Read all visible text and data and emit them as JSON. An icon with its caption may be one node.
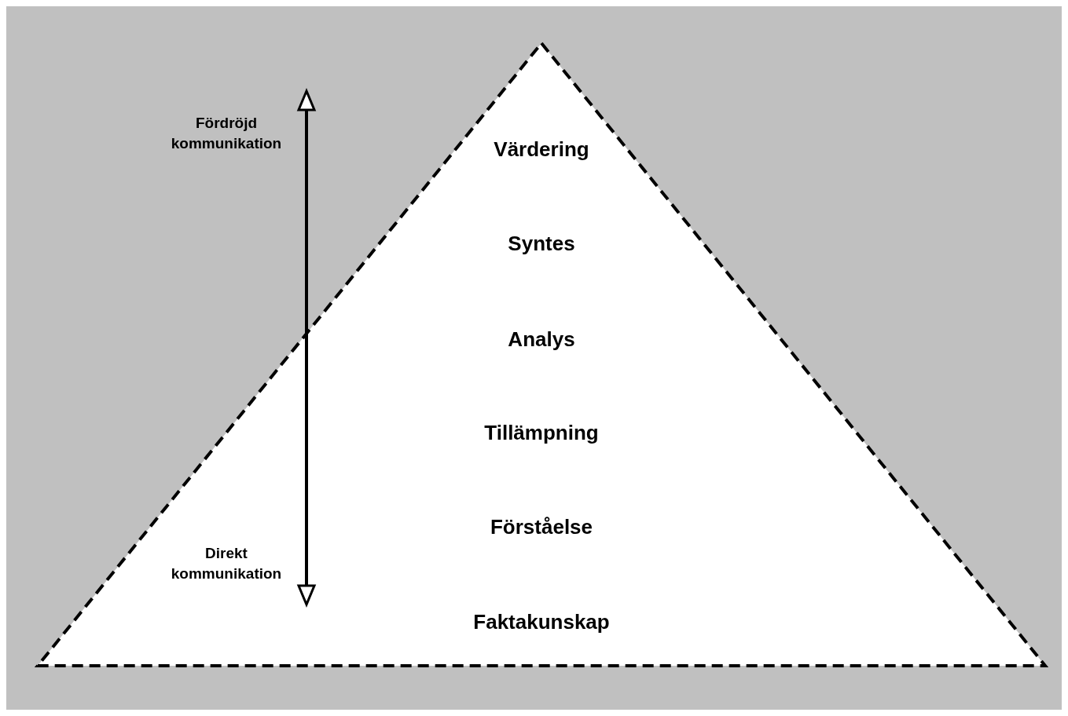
{
  "diagram": {
    "nodes": [
      {
        "text": [
          "Värdering",
          "Syntes",
          "Analys",
          "Tillämpning",
          "Förståelse",
          "Faktakunskap"
        ]
      }
    ],
    "labels": [
      "Fördröjd kommunikation",
      "Direkt kommunikation"
    ]
  }
}
